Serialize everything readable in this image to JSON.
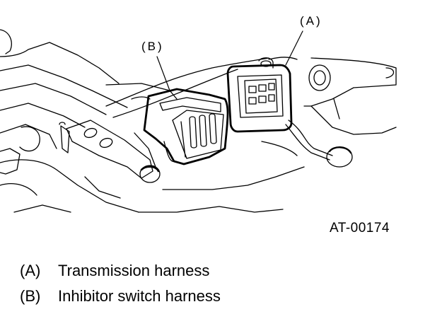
{
  "diagram": {
    "callout_a": "(A)",
    "callout_b": "(B)",
    "figure_code": "AT-00174"
  },
  "legend": [
    {
      "key": "(A)",
      "text": "Transmission harness"
    },
    {
      "key": "(B)",
      "text": "Inhibitor switch harness"
    }
  ]
}
